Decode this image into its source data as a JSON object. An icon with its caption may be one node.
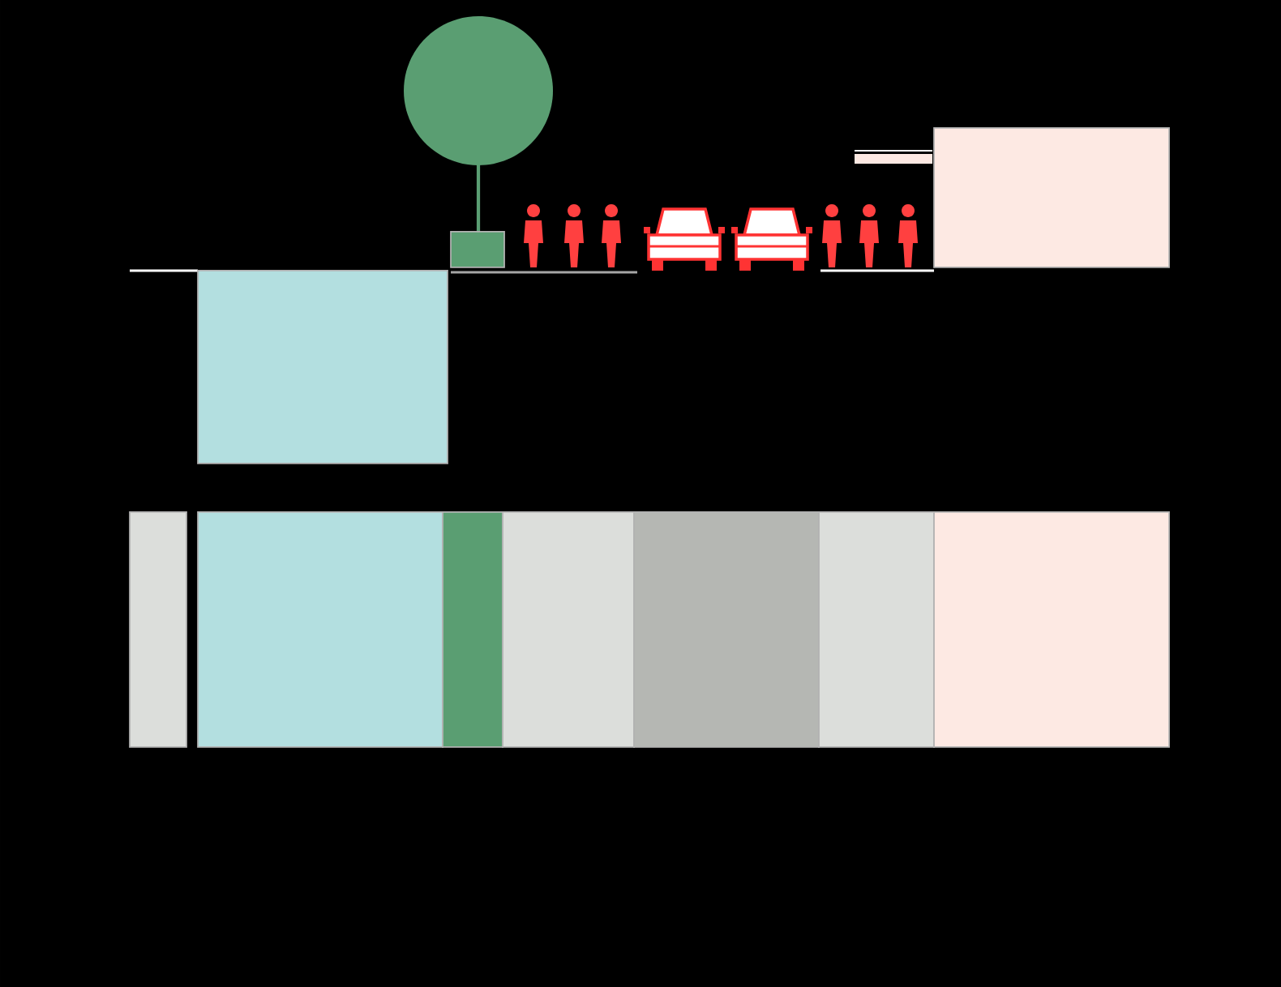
{
  "diagram": {
    "nodes": [
      {
        "text": [],
        "shape": "box"
      },
      {
        "text": [],
        "shape": "box"
      },
      {
        "text": [],
        "shape": "box"
      },
      {
        "text": [],
        "shape": "box"
      },
      {
        "text": [],
        "shape": "box"
      },
      {
        "text": [],
        "shape": "box"
      },
      {
        "text": [],
        "shape": "box"
      },
      {
        "text": [],
        "shape": "box"
      },
      {
        "text": [],
        "shape": "box"
      },
      {
        "text": [],
        "shape": "box"
      }
    ]
  }
}
